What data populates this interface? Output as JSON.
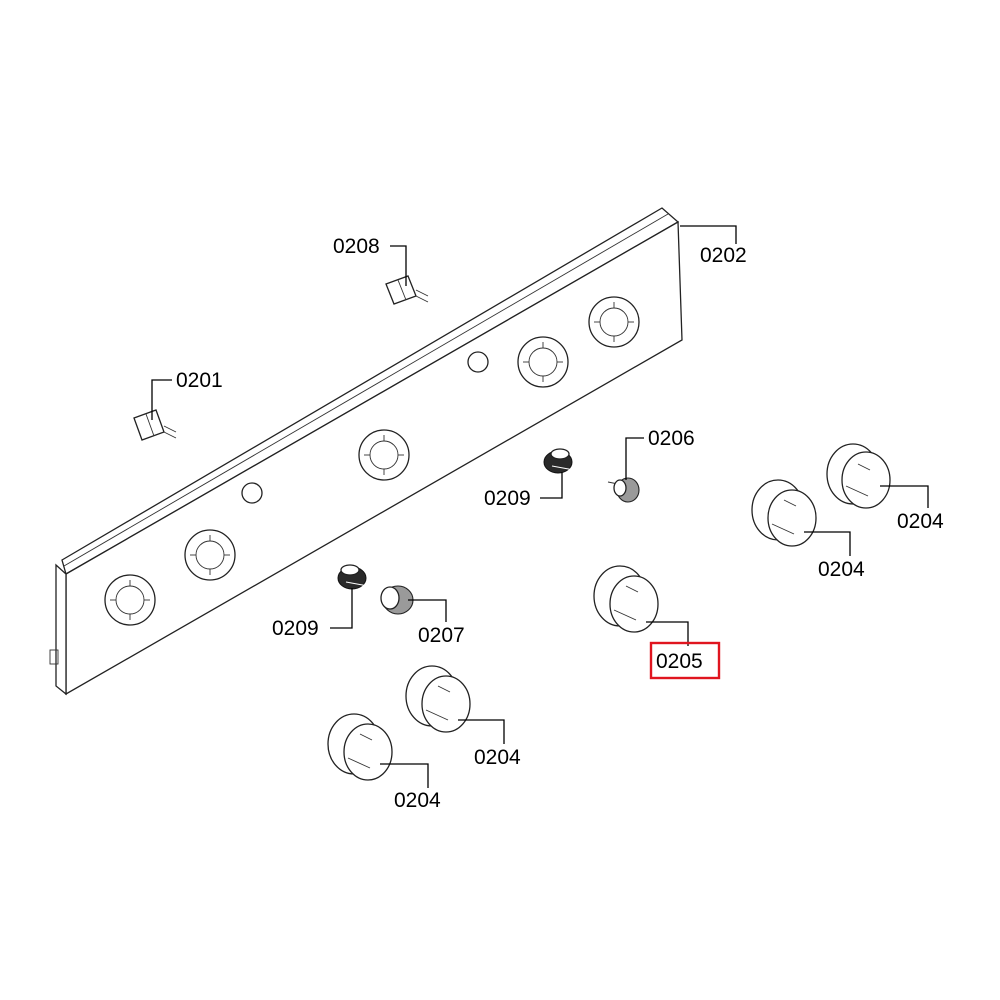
{
  "highlight_color": "#e0151f",
  "parts": {
    "p0201": "0201",
    "p0202": "0202",
    "p0204_a": "0204",
    "p0204_b": "0204",
    "p0204_c": "0204",
    "p0204_d": "0204",
    "p0205": "0205",
    "p0206": "0206",
    "p0207": "0207",
    "p0208": "0208",
    "p0209_a": "0209",
    "p0209_b": "0209"
  },
  "highlighted_part": "0205"
}
